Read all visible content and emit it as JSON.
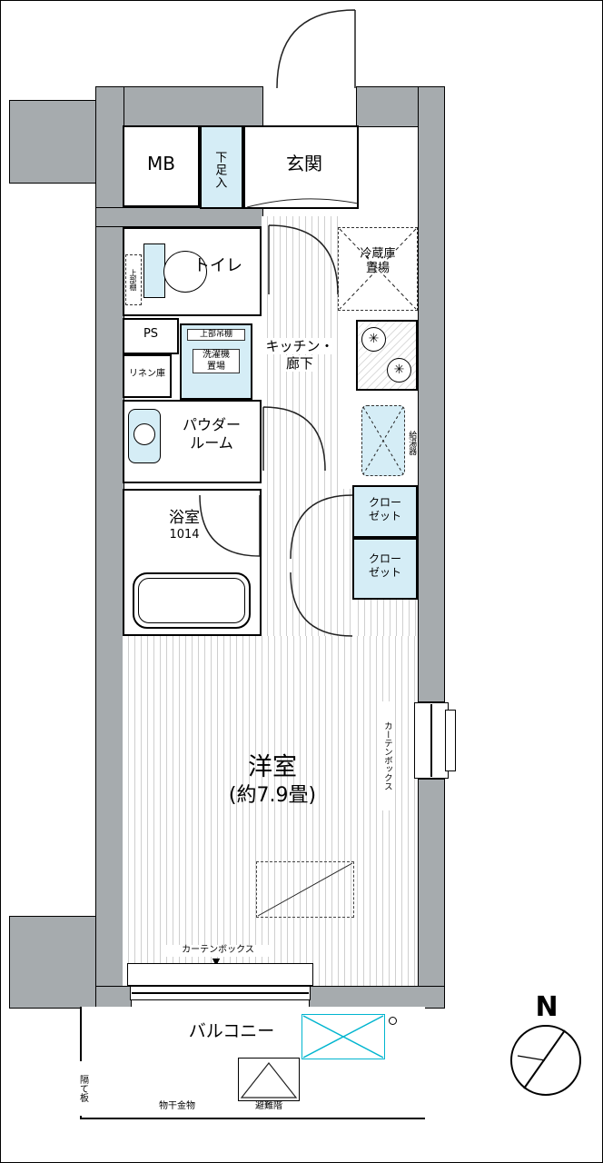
{
  "plan": {
    "rooms": {
      "mb": {
        "label": "MB"
      },
      "shoe": {
        "label": "下足入"
      },
      "entrance": {
        "label": "玄関"
      },
      "toilet": {
        "label": "トイレ",
        "shelf": "上部棚"
      },
      "fridge": {
        "line1": "冷蔵庫",
        "line2": "置場"
      },
      "kitchen": {
        "line1": "キッチン・",
        "line2": "廊下"
      },
      "ps": {
        "label": "PS"
      },
      "linen": {
        "label": "リネン庫"
      },
      "laundry": {
        "shelf": "上部吊棚",
        "line1": "洗濯機",
        "line2": "置場"
      },
      "powder": {
        "line1": "パウダー",
        "line2": "ルーム"
      },
      "heater": {
        "label": "給湯器"
      },
      "bath": {
        "line1": "浴室",
        "line2": "1014"
      },
      "closet1": {
        "line1": "クロー",
        "line2": "ゼット"
      },
      "closet2": {
        "line1": "クロー",
        "line2": "ゼット"
      },
      "western": {
        "line1": "洋室",
        "line2": "(約7.9畳)"
      },
      "balcony": {
        "label": "バルコニー"
      }
    },
    "annotations": {
      "curtain_right": "カーテンボックス",
      "curtain_bottom": "カーテンボックス",
      "curtain_arrow": "▼",
      "partition": "隔て板",
      "laundry_fitting": "物干金物",
      "evacuation": "避難階",
      "compass_n": "N"
    },
    "colors": {
      "wall_gray": "#a6abae",
      "fixture_blue": "#d5edf6",
      "accent_cyan": "#00b5cf"
    }
  }
}
